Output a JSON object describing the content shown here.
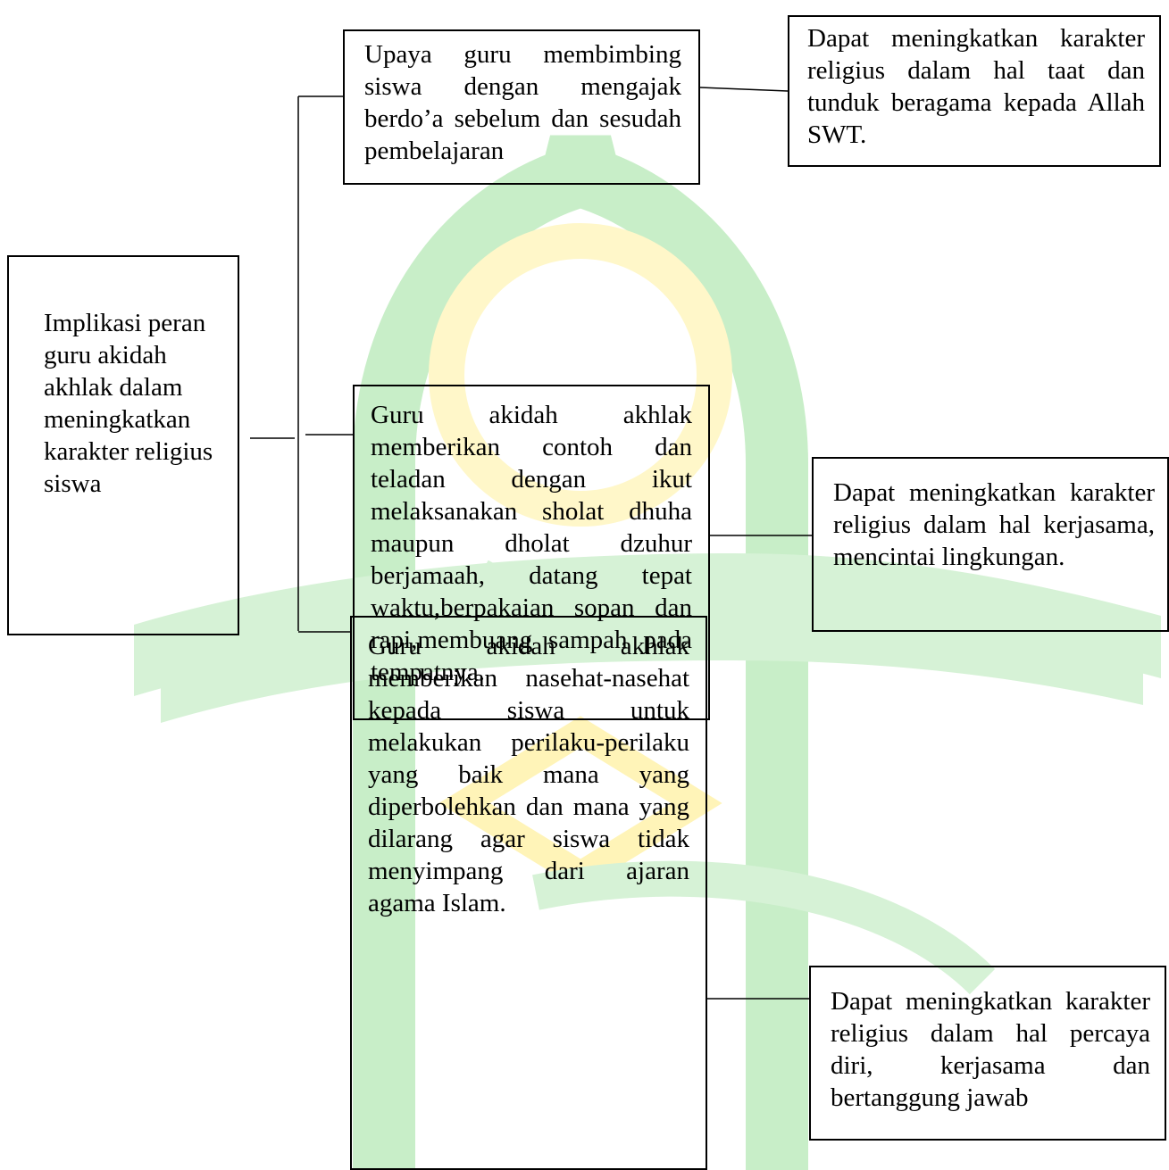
{
  "colors": {
    "watermark_green": "#9fe29f",
    "watermark_yellow": "#fff3a6",
    "line": "#000000"
  },
  "diagram": {
    "root": {
      "text": "Implikasi peran guru akidah akhlak dalam meningkatkan karakter religius siswa"
    },
    "branches": [
      {
        "text": "Upaya guru membimbing siswa dengan mengajak berdo’a sebelum dan sesudah pembelajaran",
        "result": "Dapat meningkatkan karakter religius dalam hal taat dan tunduk beragama kepada Allah SWT."
      },
      {
        "text": "Guru akidah akhlak memberikan contoh dan teladan dengan ikut melaksanakan sholat dhuha maupun dholat dzuhur berjamaah, datang tepat waktu,berpakaian sopan dan rapi,membuang sampah pada tempatnya.",
        "result": "Dapat meningkatkan karakter religius dalam hal kerjasama, mencintai lingkungan."
      },
      {
        "text": "Guru akidah akhlak memberikan nasehat-nasehat kepada siswa untuk melakukan perilaku-perilaku yang baik mana yang diperbolehkan dan mana yang dilarang agar siswa tidak menyimpang dari ajaran agama Islam.",
        "result": "Dapat meningkatkan karakter religius dalam hal percaya diri, kerjasama dan bertanggung jawab"
      }
    ]
  }
}
